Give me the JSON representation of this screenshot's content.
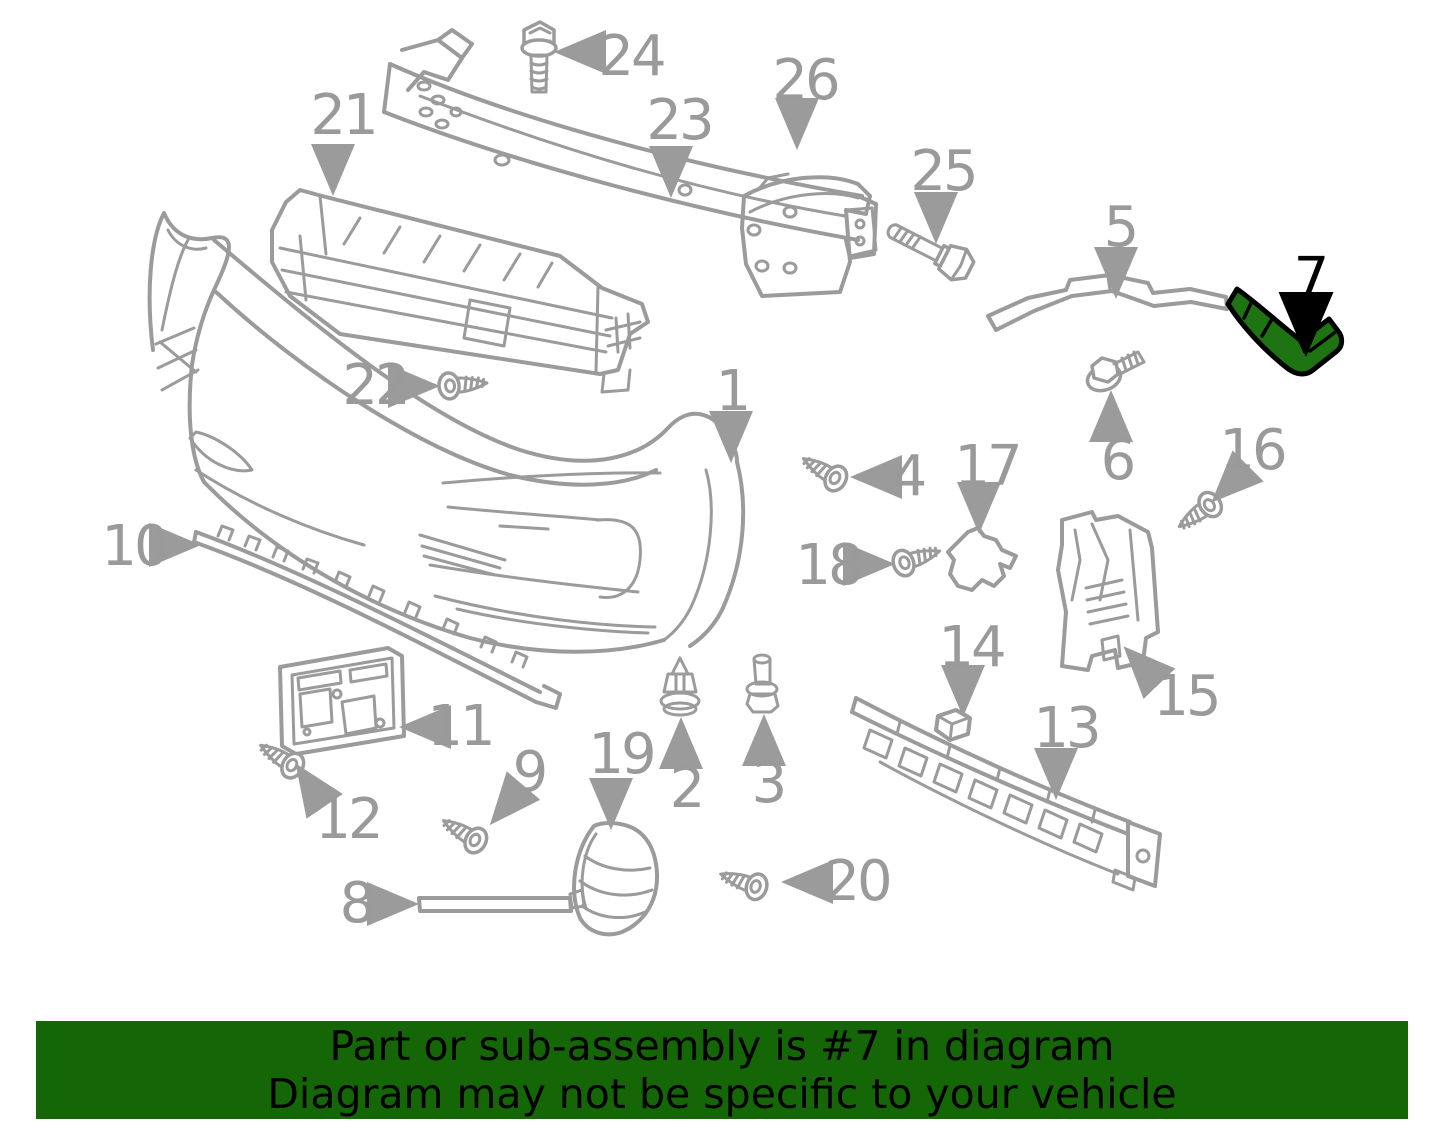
{
  "labels": {
    "p1": "1",
    "p2": "2",
    "p3": "3",
    "p4": "4",
    "p5": "5",
    "p6": "6",
    "p7": "7",
    "p8": "8",
    "p9": "9",
    "p10": "10",
    "p11": "11",
    "p12": "12",
    "p13": "13",
    "p14": "14",
    "p15": "15",
    "p16": "16",
    "p17": "17",
    "p18": "18",
    "p19": "19",
    "p20": "20",
    "p21": "21",
    "p22": "22",
    "p23": "23",
    "p24": "24",
    "p25": "25",
    "p26": "26"
  },
  "highlighted_part": "7",
  "banner": {
    "line1": "Part or sub-assembly is #7 in diagram",
    "line2": "Diagram may not be specific to your vehicle"
  },
  "colors": {
    "diagram_line": "#9b9b9b",
    "highlight_fill": "#1e7312",
    "highlight_outline": "#000000",
    "banner_background": "#146606",
    "banner_text": "#000000"
  }
}
